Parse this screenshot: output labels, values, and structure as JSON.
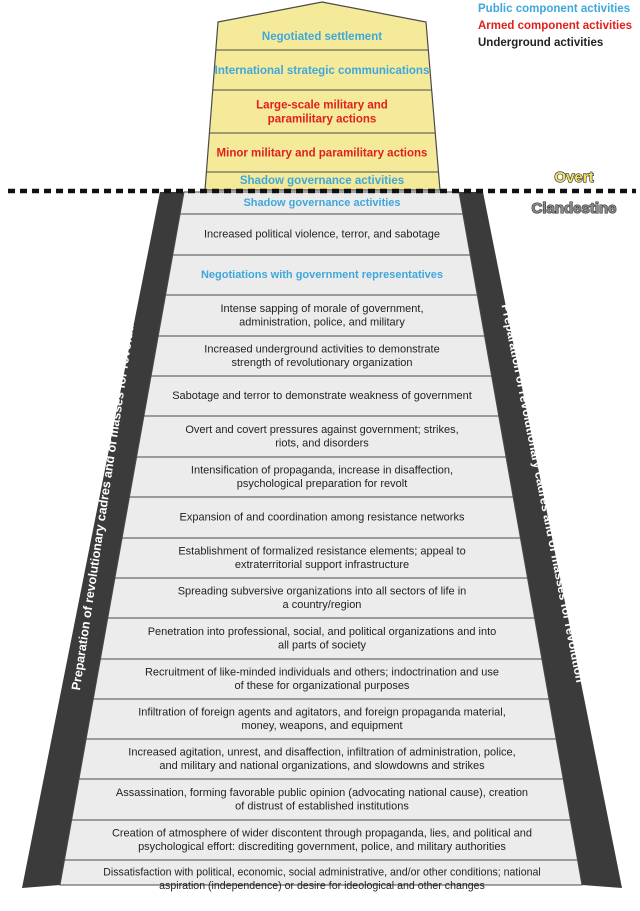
{
  "legend": {
    "public": "Public component activities",
    "armed": "Armed component activities",
    "underground": "Underground activities"
  },
  "zones": {
    "overt": "Overt",
    "clandestine": "Clandestine"
  },
  "side_labels": {
    "left": "Preparation of revolutionary cadres and of masses for revolution",
    "right": "Preparation of revolutionary cadres and of masses for revolution"
  },
  "colors": {
    "public": "#3ea7dc",
    "armed": "#e0201c",
    "underground": "#222222",
    "overt_fill": "#f5ea99",
    "clandestine_fill": "#ececec",
    "border": "#4a4a4a",
    "side_band": "#3b3b3b"
  },
  "overt_levels": [
    {
      "lines": [
        "Negotiated settlement"
      ],
      "category": "public"
    },
    {
      "lines": [
        "International strategic communications"
      ],
      "category": "public"
    },
    {
      "lines": [
        "Large-scale military and",
        "paramilitary actions"
      ],
      "category": "armed"
    },
    {
      "lines": [
        "Minor military and paramilitary actions"
      ],
      "category": "armed"
    },
    {
      "lines": [
        "Shadow governance activities"
      ],
      "category": "public"
    }
  ],
  "clandestine_levels": [
    {
      "lines": [
        "Shadow governance activities"
      ],
      "category": "public"
    },
    {
      "lines": [
        "Increased political violence, terror, and sabotage"
      ],
      "category": "underground"
    },
    {
      "lines": [
        "Negotiations with government representatives"
      ],
      "category": "public"
    },
    {
      "lines": [
        "Intense sapping of morale of government,",
        "administration, police, and military"
      ],
      "category": "underground"
    },
    {
      "lines": [
        "Increased underground activities to demonstrate",
        "strength of revolutionary organization"
      ],
      "category": "underground"
    },
    {
      "lines": [
        "Sabotage and terror to demonstrate weakness of government"
      ],
      "category": "underground"
    },
    {
      "lines": [
        "Overt and covert pressures against government; strikes,",
        "riots, and disorders"
      ],
      "category": "underground"
    },
    {
      "lines": [
        "Intensification of propaganda, increase in disaffection,",
        "psychological preparation for revolt"
      ],
      "category": "underground"
    },
    {
      "lines": [
        "Expansion of and coordination among resistance networks"
      ],
      "category": "underground"
    },
    {
      "lines": [
        "Establishment of formalized resistance elements; appeal to",
        "extraterritorial support infrastructure"
      ],
      "category": "underground"
    },
    {
      "lines": [
        "Spreading subversive organizations into all sectors of life in",
        "a country/region"
      ],
      "category": "underground"
    },
    {
      "lines": [
        "Penetration into professional, social, and political organizations and into",
        "all parts of society"
      ],
      "category": "underground"
    },
    {
      "lines": [
        "Recruitment of like-minded individuals and others; indoctrination and use",
        "of these for organizational purposes"
      ],
      "category": "underground"
    },
    {
      "lines": [
        "Infiltration of foreign agents and agitators, and foreign propaganda material,",
        "money, weapons, and equipment"
      ],
      "category": "underground"
    },
    {
      "lines": [
        "Increased agitation, unrest, and disaffection, infiltration of administration, police,",
        "and military and national organizations, and slowdowns and strikes"
      ],
      "category": "underground"
    },
    {
      "lines": [
        "Assassination, forming favorable public opinion (advocating national cause), creation",
        "of distrust of established institutions"
      ],
      "category": "underground"
    },
    {
      "lines": [
        "Creation of atmosphere of wider discontent through propaganda, lies, and political and",
        "psychological effort: discrediting government, police, and military authorities"
      ],
      "category": "underground"
    },
    {
      "lines": [
        "Dissatisfaction with political, economic, social administrative, and/or other conditions; national",
        "aspiration (independence) or desire for ideological and other changes"
      ],
      "category": "underground"
    }
  ]
}
